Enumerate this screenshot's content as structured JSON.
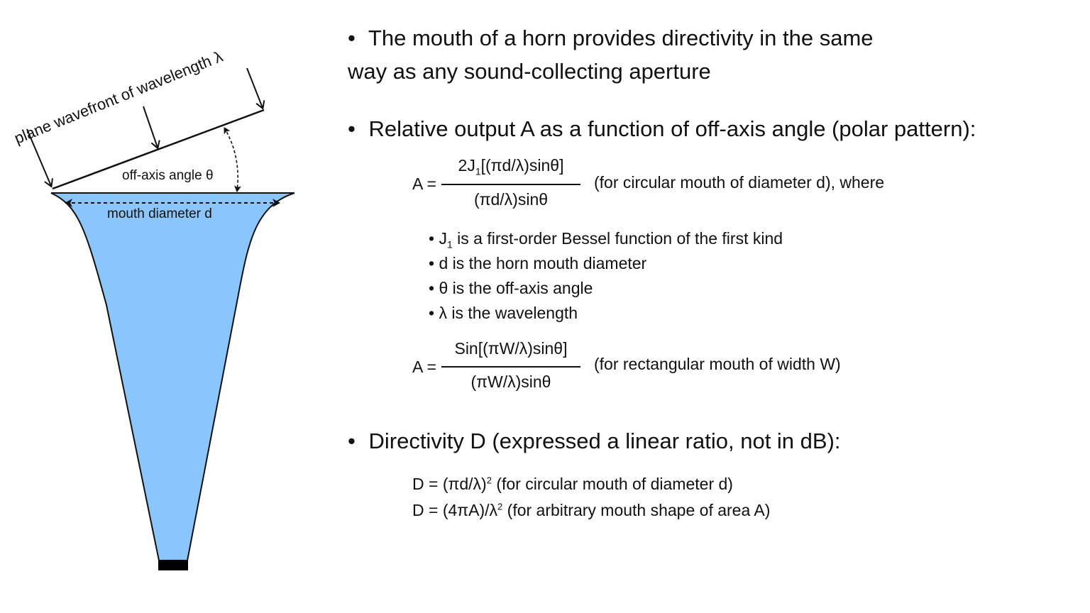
{
  "diagram": {
    "wavefront_label": "plane wavefront of wavelength λ",
    "angle_label": "off-axis angle θ",
    "mouth_label": "mouth diameter d",
    "horn_fill": "#8ac6fc",
    "driver_fill": "#000000"
  },
  "bullets": {
    "b1_line1": "The mouth of a horn provides directivity in the same",
    "b1_line2": "way as any sound-collecting aperture",
    "b2": "Relative output A as a function of off-axis angle (polar pattern):",
    "b3": "Directivity D (expressed a linear ratio, not in dB):"
  },
  "circular_formula": {
    "lhs": "A =",
    "num_pre": "2J",
    "num_sub": "1",
    "num_post": "[(πd/λ)sinθ]",
    "den": "(πd/λ)sinθ",
    "note": "(for circular mouth of diameter d), where"
  },
  "definitions": {
    "j_pre": "J",
    "j_sub": "1",
    "j_post": "is a first-order Bessel function of the first kind",
    "d": "d is the horn mouth diameter",
    "theta": "θ is the off-axis angle",
    "lambda": "λ is the wavelength"
  },
  "rect_formula": {
    "lhs": "A =",
    "num": "Sin[(πW/λ)sinθ]",
    "den": "(πW/λ)sinθ",
    "note": "(for rectangular mouth of width W)"
  },
  "directivity": {
    "d1_pre": "D = (πd/λ)",
    "d1_sup": "2",
    "d1_post": "(for circular mouth of diameter d)",
    "d2_pre": "D = (4πA)/λ",
    "d2_sup": "2",
    "d2_post": "(for arbitrary mouth shape of area A)"
  }
}
